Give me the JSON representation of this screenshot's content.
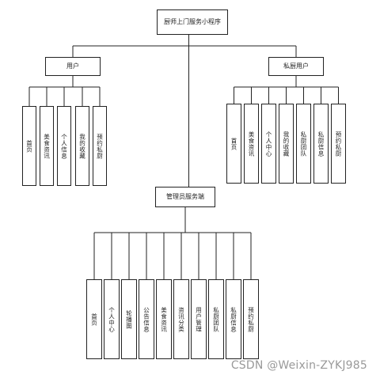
{
  "root": {
    "label": "厨师上门服务小程序"
  },
  "groups": [
    {
      "label": "用户",
      "children": [
        "首页",
        "美食资讯",
        "个人信息",
        "我的收藏",
        "预约私厨"
      ]
    },
    {
      "label": "私厨用户",
      "children": [
        "首页",
        "美食资讯",
        "个人中心",
        "我的收藏",
        "私厨团队",
        "私厨信息",
        "预约私厨"
      ]
    },
    {
      "label": "管理员服务端",
      "children": [
        "首页",
        "个人中心",
        "轮播图",
        "公告信息",
        "美食资讯",
        "资讯分类",
        "用户管理",
        "私厨团队",
        "私厨信息",
        "预约私厨"
      ]
    }
  ],
  "watermark": "CSDN @Weixin-ZYKJ985"
}
